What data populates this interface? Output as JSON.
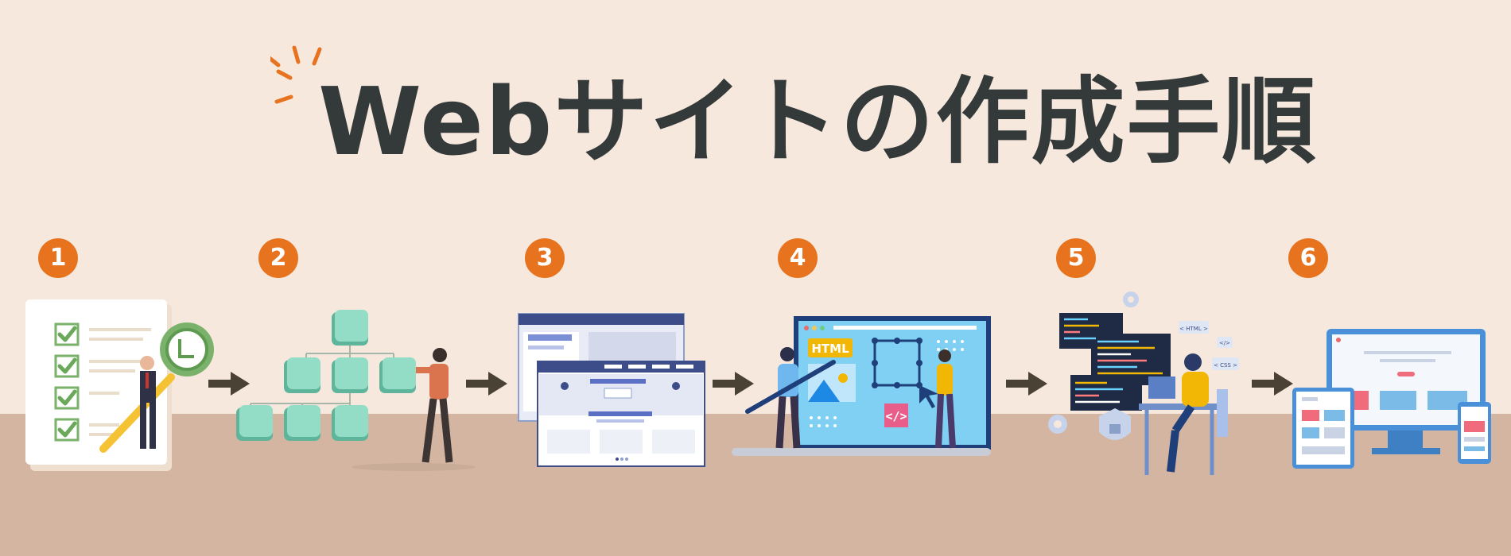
{
  "title": "Webサイトの作成手順",
  "colors": {
    "background": "#f7e8de",
    "ground": "#d3b5a1",
    "accent": "#e8731f",
    "title": "#343a3a",
    "arrow": "#4a4234"
  },
  "steps": [
    {
      "number": "1",
      "icon": "checklist-magnifier-icon"
    },
    {
      "number": "2",
      "icon": "sitemap-tree-icon"
    },
    {
      "number": "3",
      "icon": "wireframe-windows-icon"
    },
    {
      "number": "4",
      "icon": "design-monitor-icon"
    },
    {
      "number": "5",
      "icon": "coding-developer-icon"
    },
    {
      "number": "6",
      "icon": "responsive-devices-icon"
    }
  ],
  "step4_badge": "HTML",
  "step5_tags": [
    "< HTML >",
    "</>",
    "< CSS >"
  ]
}
